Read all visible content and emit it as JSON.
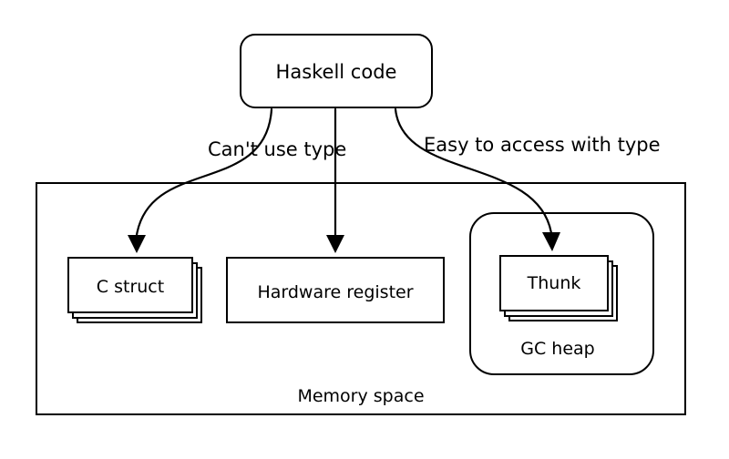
{
  "nodes": {
    "haskell_code": "Haskell code",
    "memory_space": "Memory space",
    "c_struct": "C struct",
    "hardware_register": "Hardware register",
    "thunk": "Thunk",
    "gc_heap": "GC heap"
  },
  "edges": {
    "cant_use_type": "Can't use type",
    "easy_to_access": "Easy to access with type"
  },
  "colors": {
    "stroke": "#000000",
    "fill": "#ffffff"
  }
}
